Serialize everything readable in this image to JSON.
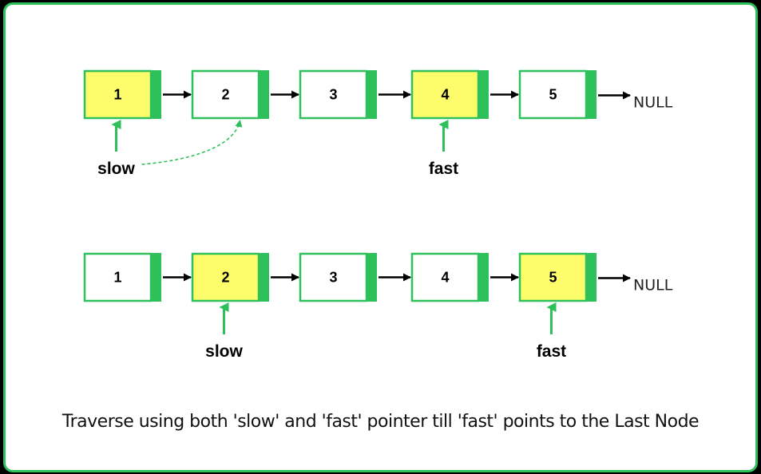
{
  "rows": [
    {
      "nodes": [
        "1",
        "2",
        "3",
        "4",
        "5"
      ],
      "highlighted": [
        0,
        3
      ],
      "null_label": "NULL",
      "pointers": [
        {
          "label": "slow",
          "node": 0
        },
        {
          "label": "fast",
          "node": 3
        }
      ],
      "move_hint": {
        "from_pointer": 0,
        "to_node": 1
      }
    },
    {
      "nodes": [
        "1",
        "2",
        "3",
        "4",
        "5"
      ],
      "highlighted": [
        1,
        4
      ],
      "null_label": "NULL",
      "pointers": [
        {
          "label": "slow",
          "node": 1
        },
        {
          "label": "fast",
          "node": 4
        }
      ]
    }
  ],
  "caption": "Traverse using both 'slow' and 'fast' pointer till 'fast' points to the Last Node",
  "colors": {
    "accent_green": "#2ec05a",
    "highlight_yellow": "#fdfd6b",
    "node_fill": "#ffffff",
    "arrow": "#000000"
  }
}
